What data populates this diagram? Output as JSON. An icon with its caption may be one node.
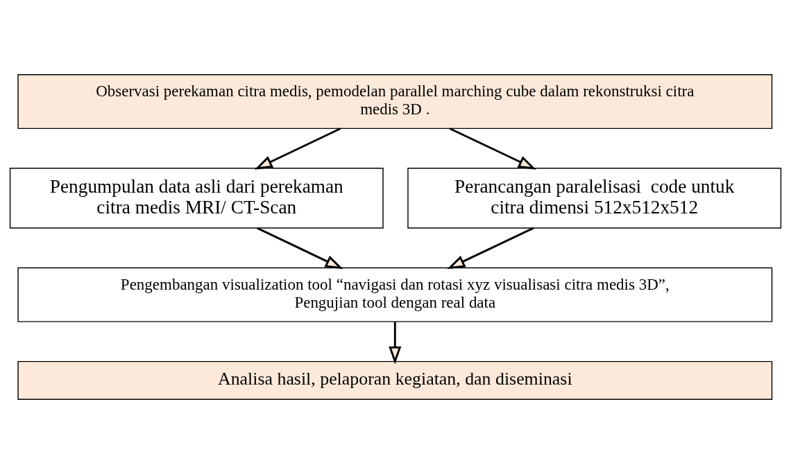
{
  "diagram": {
    "nodes": [
      {
        "text": [
          "Observasi perekaman citra medis, pemodelan parallel marching cube dalam rekonstruksi citra medis 3D ."
        ]
      },
      {
        "text": [
          "Pengumpulan data asli dari perekaman citra medis MRI/ CT-Scan"
        ]
      },
      {
        "text": [
          "Perancangan paralelisasi  code untuk citra dimensi 512x512x512"
        ]
      },
      {
        "text": [
          "Pengembangan visualization tool “navigasi dan rotasi xyz visualisasi citra medis 3D”, Pengujian tool dengan real data"
        ]
      },
      {
        "text": [
          "Analisa hasil, pelaporan kegiatan, dan diseminasi"
        ]
      }
    ],
    "edges": [
      {
        "from": 0,
        "to": 1,
        "arrow": "to"
      },
      {
        "from": 0,
        "to": 2,
        "arrow": "to"
      },
      {
        "from": 1,
        "to": 3,
        "arrow": "to"
      },
      {
        "from": 2,
        "to": 3,
        "arrow": "to"
      },
      {
        "from": 3,
        "to": 4,
        "arrow": "to"
      }
    ]
  }
}
